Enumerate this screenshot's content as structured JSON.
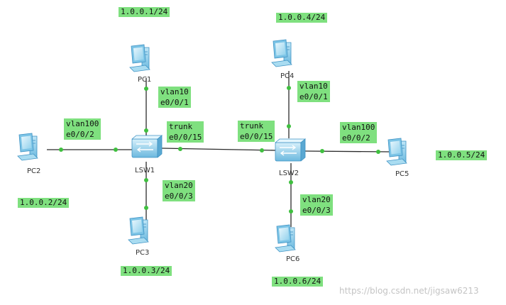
{
  "devices": {
    "pc1": "PC1",
    "pc2": "PC2",
    "pc3": "PC3",
    "pc4": "PC4",
    "pc5": "PC5",
    "pc6": "PC6",
    "lsw1": "LSW1",
    "lsw2": "LSW2"
  },
  "ips": {
    "pc1": "1.0.0.1/24",
    "pc2": "1.0.0.2/24",
    "pc3": "1.0.0.3/24",
    "pc4": "1.0.0.4/24",
    "pc5": "1.0.0.5/24",
    "pc6": "1.0.0.6/24"
  },
  "ports": {
    "lsw1_pc1": {
      "vlan": "vlan10",
      "port": "e0/0/1"
    },
    "lsw1_pc2": {
      "vlan": "vlan100",
      "port": "e0/0/2"
    },
    "lsw1_pc3": {
      "vlan": "vlan20",
      "port": "e0/0/3"
    },
    "lsw1_trunk": {
      "vlan": "trunk",
      "port": "e0/0/15"
    },
    "lsw2_trunk": {
      "vlan": "trunk",
      "port": "e0/0/15"
    },
    "lsw2_pc4": {
      "vlan": "vlan10",
      "port": "e0/0/1"
    },
    "lsw2_pc5": {
      "vlan": "vlan100",
      "port": "e0/0/2"
    },
    "lsw2_pc6": {
      "vlan": "vlan20",
      "port": "e0/0/3"
    }
  },
  "colors": {
    "link": "#2b2b2b",
    "endpoint": "#3fbf3f",
    "label_bg": "#7fe07f",
    "device": "#9fd8f0",
    "device_dark": "#3f93c4"
  },
  "watermark": "https://blog.csdn.net/jigsaw6213"
}
